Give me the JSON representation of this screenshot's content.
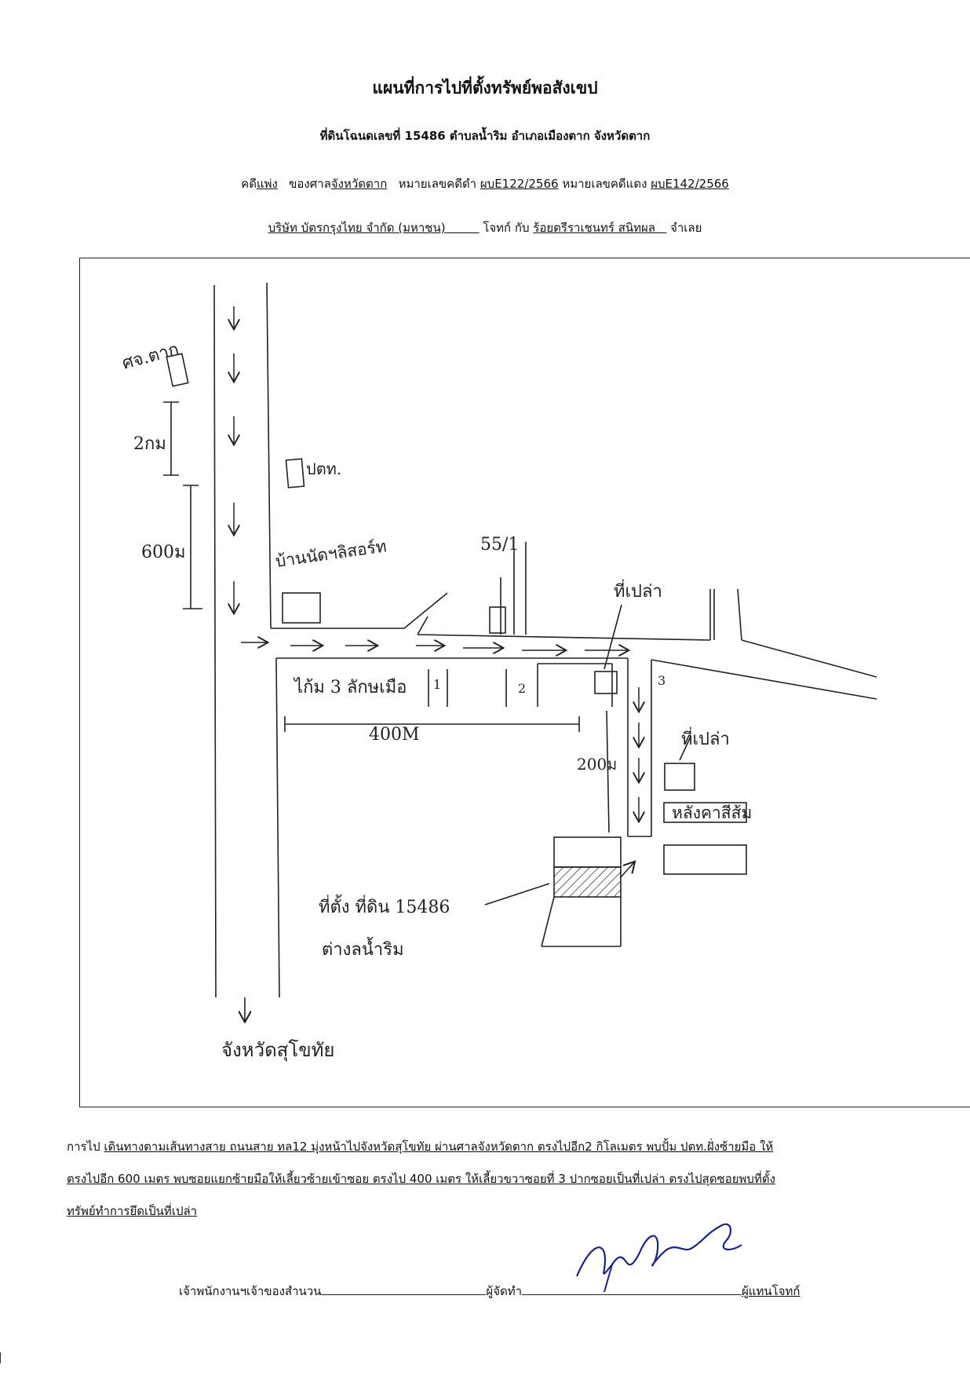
{
  "header": {
    "title": "แผนที่การไปที่ตั้งทรัพย์พอสังเขป",
    "subtitle": "ที่ดินโฉนดเลขที่ 15486  ตำบลน้ำริม  อำเภอเมืองตาก  จังหวัดตาก",
    "case_prefix": "คดี",
    "case_type": "แพ่ง",
    "court_prefix": "ของศาล",
    "court_name": "จังหวัดตาก",
    "black_no_label": "หมายเลขคดีดำ",
    "black_no": "ผบE122/2566",
    "red_no_label": "หมายเลขคดีแดง",
    "red_no": "ผบE142/2566",
    "plaintiff": "บริษัท บัตรกรุงไทย จำกัด (มหาชน)",
    "plaintiff_label": "โจทก์",
    "versus": "กับ",
    "defendant": "ร้อยตรีราเชนทร์ สนิทผล",
    "defendant_label": "จำเลย"
  },
  "map": {
    "labels": {
      "court": "ศจ.ตาก",
      "dist_2km": "2กม",
      "ptt": "ปตท.",
      "dist_600": "600ม",
      "village": "บ้านนัดฯลิสอร์ท",
      "house_55_1": "55/1",
      "empty_land_1": "ที่เปล่า",
      "soi": "ไก้ม 3 ลักษเมือ",
      "soi_num_1": "1",
      "soi_num_2": "2",
      "soi_num_3": "3",
      "dist_400": "400M",
      "dist_200": "200ม",
      "empty_land_2": "ที่เปล่า",
      "orange_roof": "หลังคาสีส้ม",
      "location": "ที่ตั้ง ที่ดิน 15486",
      "subdistrict": "ต่างลน้ำริม",
      "destination": "จังหวัดสุโขทัย"
    }
  },
  "directions": {
    "label": "การไป",
    "text1": "เดินทางตามเส้นทางสาย ถนนสาย  ทล12 มุ่งหน้าไปจังหวัดสุโขทัย ผ่านศาลจังหวัดตาก ตรงไปอีก2 กิโลเมตร พบปั้ม ปตท.ฝั่งซ้ายมือ ให้",
    "text2": "ตรงไปอีก 600 เมตร พบซอยแยกซ้ายมือให้เลี้ยวซ้ายเข้าซอย ตรงไป 400 เมตร  ให้เลี้ยวขวาซอยที่ 3 ปากซอยเป็นที่เปล่า ตรงไปสุดซอยพบที่ตั้ง",
    "text3": "ทรัพย์ทำการยึดเป็นที่เปล่า"
  },
  "signature": {
    "officer_label": "เจ้าพนักงานฯเจ้าของสำนวน",
    "preparer_label": "ผู้จัดทำ",
    "plaintiff_rep_label": "ผู้แทนโจทก์"
  }
}
